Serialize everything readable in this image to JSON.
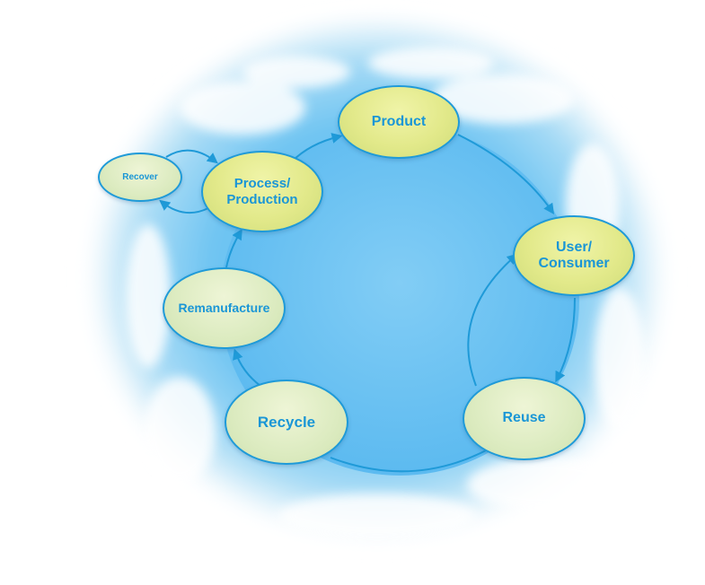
{
  "diagram": {
    "nodes": {
      "product": "Product",
      "user_consumer": "User/\nConsumer",
      "reuse": "Reuse",
      "recycle": "Recycle",
      "remanufacture": "Remanufacture",
      "process_production": "Process/\nProduction",
      "recover": "Recover"
    },
    "colors": {
      "arrow": "#1f9ad8",
      "node_fill": "#e2e98a",
      "node_text": "#1a96d6",
      "sky": "#6ec6f3"
    }
  }
}
